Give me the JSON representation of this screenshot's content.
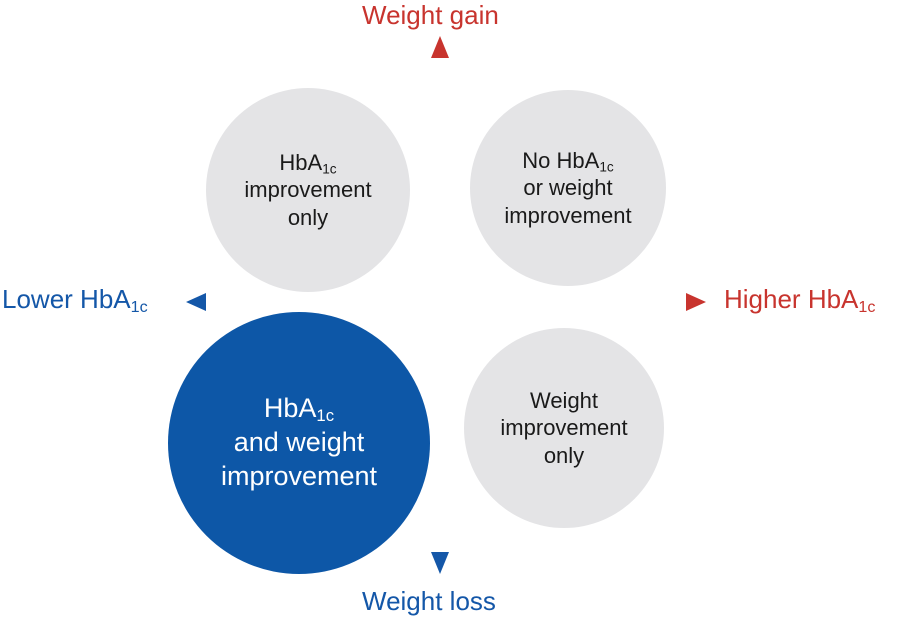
{
  "axes": {
    "top": "Weight gain",
    "bottom": "Weight loss",
    "left": {
      "main": "Lower HbA",
      "sub": "1c"
    },
    "right": {
      "main": "Higher HbA",
      "sub": "1c"
    }
  },
  "quadrants": {
    "top_left": {
      "l1_main": "HbA",
      "l1_sub": "1c",
      "l2": "improvement",
      "l3": "only"
    },
    "top_right": {
      "l1_main": "No HbA",
      "l1_sub": "1c",
      "l2": "or weight",
      "l3": "improvement"
    },
    "bottom_left": {
      "l1_main": "HbA",
      "l1_sub": "1c",
      "l2": "and weight",
      "l3": "improvement"
    },
    "bottom_right": {
      "l1": "Weight",
      "l2": "improvement",
      "l3": "only"
    }
  },
  "colors": {
    "red": "#c8342e",
    "blue": "#1457a8",
    "circle_fill": "#e4e4e6",
    "highlight_fill": "#0d57a7"
  }
}
